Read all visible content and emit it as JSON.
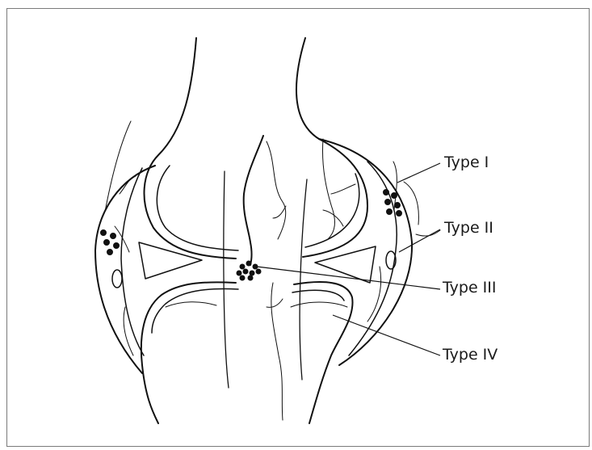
{
  "labels": {
    "type_1": "Type I",
    "type_2": "Type II",
    "type_3": "Type III",
    "type_4": "Type IV"
  },
  "colors": {
    "ink": "#111111",
    "frame": "#7a7a7a",
    "background": "#ffffff"
  }
}
